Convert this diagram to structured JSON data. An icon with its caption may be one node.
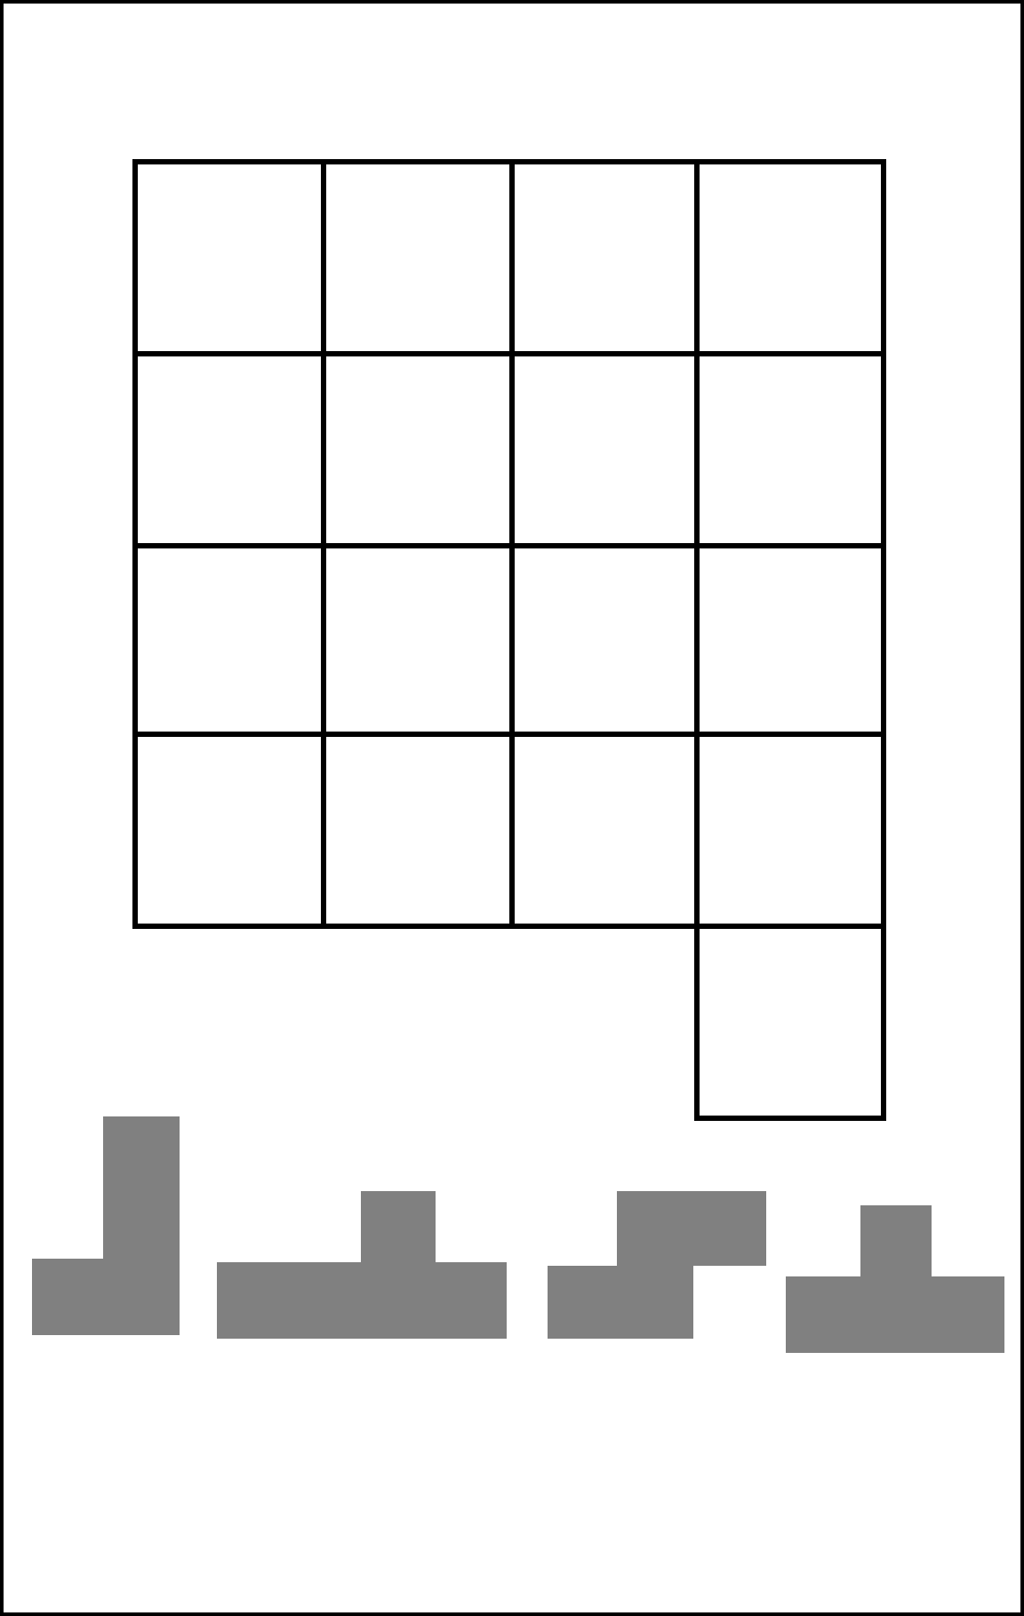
{
  "diagram": {
    "nodes": [
      {
        "text": [],
        "shape": "grid"
      },
      {
        "text": [],
        "shape": "tetromino"
      },
      {
        "text": [],
        "shape": "tetromino"
      },
      {
        "text": [],
        "shape": "tetromino"
      },
      {
        "text": [],
        "shape": "tetromino"
      }
    ]
  }
}
